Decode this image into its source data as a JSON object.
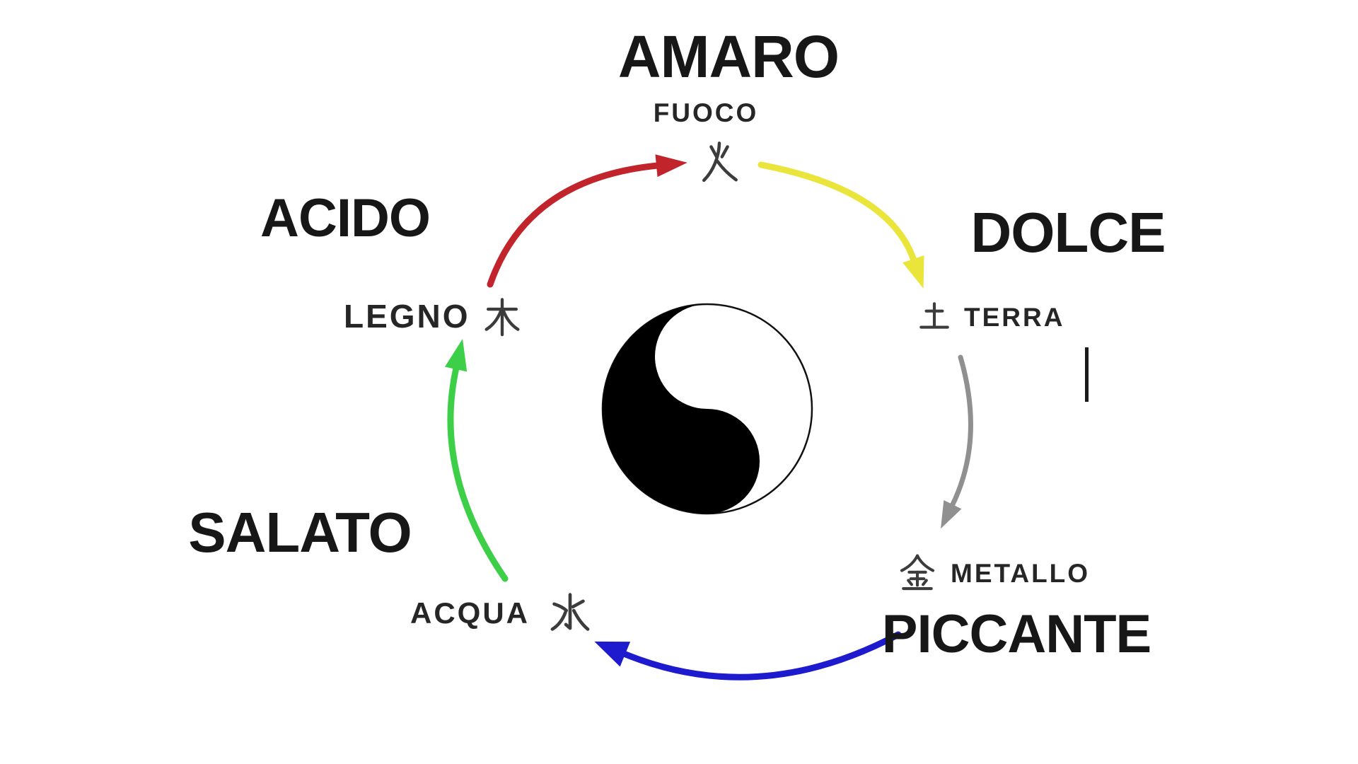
{
  "diagram": {
    "title": "five-elements-taste-cycle",
    "center_symbol": "yin-yang"
  },
  "tastes": [
    {
      "text": "AMARO",
      "position": "top",
      "element": "FUOCO"
    },
    {
      "text": "ACIDO",
      "position": "upper-left",
      "element": "LEGNO"
    },
    {
      "text": "DOLCE",
      "position": "upper-right",
      "element": "TERRA"
    },
    {
      "text": "SALATO",
      "position": "lower-left",
      "element": "ACQUA"
    },
    {
      "text": "PICCANTE",
      "position": "lower-right",
      "element": "METALLO"
    }
  ],
  "elements": [
    {
      "name": "FUOCO",
      "hanzi": "火",
      "position": "top"
    },
    {
      "name": "TERRA",
      "hanzi": "土",
      "position": "right"
    },
    {
      "name": "METALLO",
      "hanzi": "金",
      "position": "lower-right"
    },
    {
      "name": "ACQUA",
      "hanzi": "水",
      "position": "bottom-left"
    },
    {
      "name": "LEGNO",
      "hanzi": "木",
      "position": "left"
    }
  ],
  "cycle_arrows": [
    {
      "from": "LEGNO",
      "to": "FUOCO",
      "color": "#c2242b"
    },
    {
      "from": "FUOCO",
      "to": "TERRA",
      "color": "#e9e53a"
    },
    {
      "from": "TERRA",
      "to": "METALLO",
      "color": "#909090"
    },
    {
      "from": "METALLO",
      "to": "ACQUA",
      "color": "#1d1bcd"
    },
    {
      "from": "ACQUA",
      "to": "LEGNO",
      "color": "#3ecf49"
    }
  ],
  "yin_yang": {
    "outline": "#111111",
    "dark": "#000000",
    "light": "#ffffff"
  },
  "cursor": {
    "visible": true
  }
}
